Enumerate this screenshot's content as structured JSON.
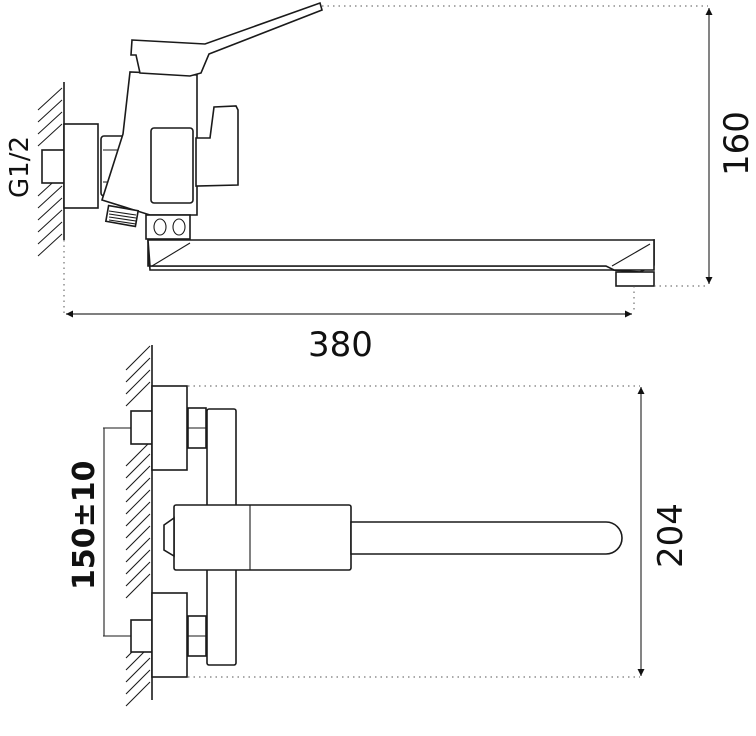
{
  "drawing": {
    "title": "Wall-mounted mixer faucet dimensional drawing",
    "views": [
      "side-view",
      "top-view"
    ],
    "line_color": "#1a1a1a",
    "background": "#ffffff"
  },
  "side_view": {
    "thread_label": "G1/2",
    "overall_length_label": "380",
    "overall_height_label": "160"
  },
  "top_view": {
    "centers_label": "150±10",
    "width_label": "204"
  }
}
